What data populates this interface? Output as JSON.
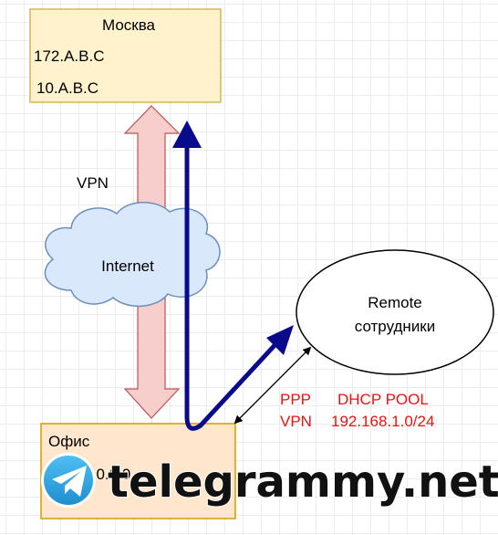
{
  "nodes": {
    "moscow": {
      "title": "Москва",
      "line1": "172.A.B.C",
      "line2": "10.A.B.C"
    },
    "office": {
      "title": "Офис",
      "partial_text": "10.0.0"
    },
    "internet": {
      "label": "Internet"
    },
    "remote": {
      "line1": "Remote",
      "line2": "сотрудники"
    }
  },
  "labels": {
    "vpn": "VPN",
    "ppp": "PPP",
    "vpn_red": "VPN",
    "dhcp_pool": "DHCP POOL",
    "dhcp_range": "192.168.1.0/24"
  },
  "watermark": {
    "text": "telegrammy.net"
  },
  "colors": {
    "box_fill": "#fff2cc",
    "box_stroke": "#d6b656",
    "office_fill": "#ffe6cc",
    "office_stroke": "#d79b00",
    "cloud_fill": "#dae8fc",
    "cloud_stroke": "#6c8ebf",
    "pink_arrow_fill": "#f8cecc",
    "pink_arrow_stroke": "#b85450",
    "navy_arrow": "#0a0a8c",
    "red_text": "#ee1111",
    "telegram_blue": "#2aa3e0"
  }
}
